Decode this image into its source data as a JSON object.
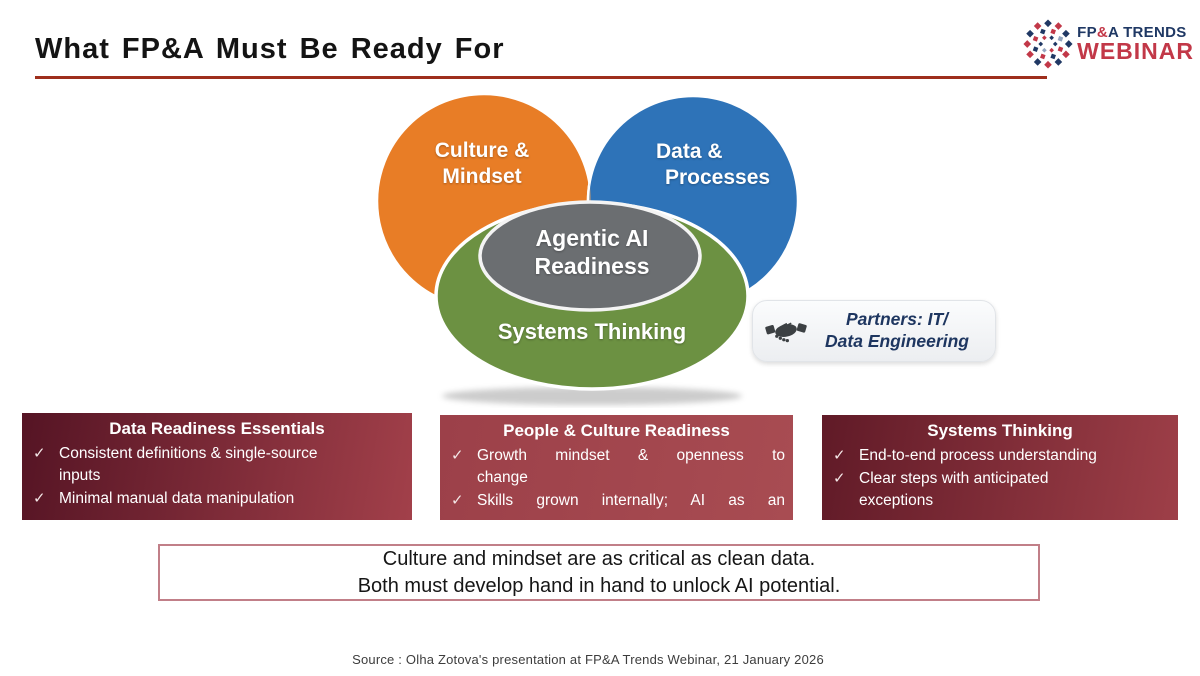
{
  "header": {
    "title": "What FP&A Must Be Ready For"
  },
  "logo": {
    "fp": "FP",
    "amp": "&",
    "a_trends": "A TRENDS",
    "webinar": "WEBINAR",
    "navy": "#1f3864",
    "red": "#c23848"
  },
  "venn": {
    "culture": {
      "line1": "Culture &",
      "line2": "Mindset",
      "color": "#E87D26"
    },
    "data": {
      "line1": "Data &",
      "line2": "Processes",
      "color": "#2E73B8"
    },
    "center": {
      "line1": "Agentic AI",
      "line2": "Readiness",
      "color": "#6B6E71"
    },
    "systems": {
      "label": "Systems Thinking",
      "color": "#6C9142"
    }
  },
  "callout": {
    "line1": "Partners: IT/",
    "line2": "Data Engineering"
  },
  "ui": {
    "check_glyph": "✓"
  },
  "boxes": [
    {
      "title": "Data Readiness Essentials",
      "items": [
        [
          "Consistent definitions & single-source",
          "inputs"
        ],
        [
          "Minimal manual data manipulation"
        ]
      ]
    },
    {
      "title": "People & Culture Readiness",
      "items": [
        [
          "Growth mindset & openness to",
          "change"
        ],
        [
          "Skills grown internally; AI as an"
        ]
      ]
    },
    {
      "title": "Systems Thinking",
      "items": [
        [
          "End-to-end process understanding"
        ],
        [
          "Clear steps with anticipated",
          "exceptions"
        ]
      ]
    }
  ],
  "quote": {
    "line1": "Culture and mindset are as critical as clean data.",
    "line2": "Both must develop hand in hand to unlock AI potential."
  },
  "source": "Source : Olha Zotova's presentation at FP&A Trends Webinar, 21 January 2026"
}
